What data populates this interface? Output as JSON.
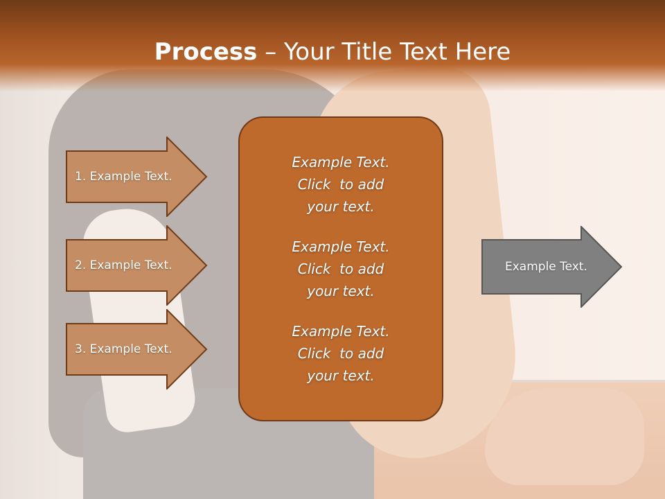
{
  "title": {
    "strong": "Process",
    "separator": " – ",
    "rest": "Your Title Text Here"
  },
  "steps": [
    {
      "label": "1. Example Text."
    },
    {
      "label": "2. Example Text."
    },
    {
      "label": "3. Example Text."
    }
  ],
  "center_blocks": [
    {
      "line1": "Example Text.",
      "line2": "Click  to add",
      "line3": "your text."
    },
    {
      "line1": "Example Text.",
      "line2": "Click  to add",
      "line3": "your text."
    },
    {
      "line1": "Example Text.",
      "line2": "Click  to add",
      "line3": "your text."
    }
  ],
  "result": {
    "label": "Example Text."
  },
  "colors": {
    "title_band": "#9a4f1f",
    "step_arrow_fill": "#c58d63",
    "center_box_fill": "#bf6a2d",
    "border": "#6e3a17",
    "result_arrow_fill": "#808080"
  }
}
